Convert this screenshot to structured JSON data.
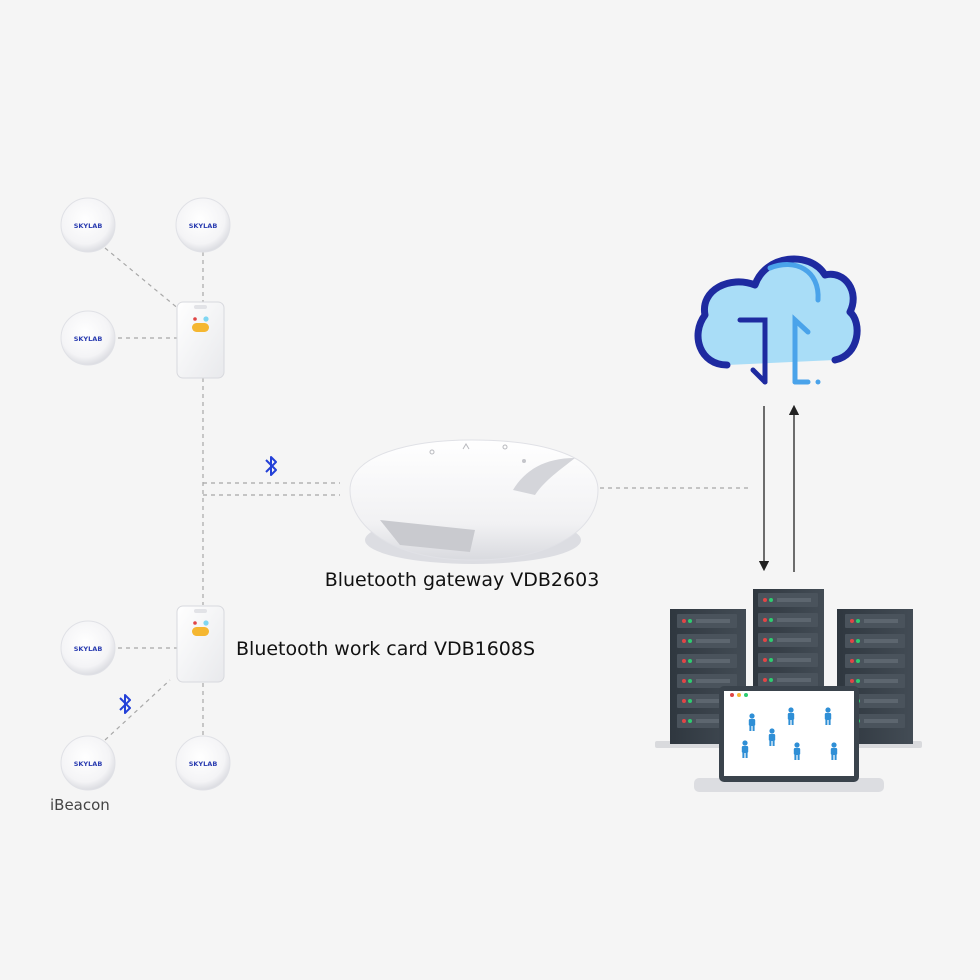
{
  "labels": {
    "gateway": "Bluetooth gateway VDB2603",
    "work_card": "Bluetooth work card VDB1608S",
    "ibeacon": "iBeacon"
  },
  "beacon_logos": {
    "top_group": "SKYLAB",
    "bottom_group": "SKYLAB"
  },
  "colors": {
    "background": "#f5f5f5",
    "dashed_line": "#a8a8a8",
    "bluetooth_icon": "#2340d8",
    "cloud_outline": "#1e2aa0",
    "cloud_fill": "#a9ddf7",
    "arrow": "#222222",
    "server_body": "#3a434c",
    "person_icon": "#2f8fd6"
  },
  "icons": [
    "bluetooth-icon",
    "cloud-icon",
    "server-rack-icon",
    "laptop-icon",
    "ibeacon-icon",
    "work-card-icon",
    "gateway-device-icon"
  ]
}
